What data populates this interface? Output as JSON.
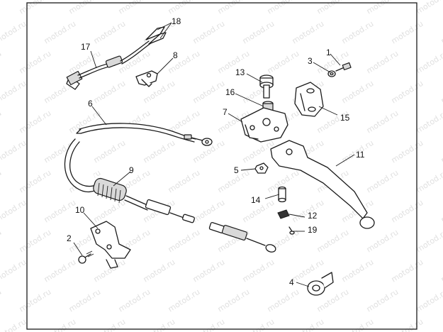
{
  "diagram": {
    "watermark_text": "motod.ru",
    "callouts": [
      {
        "id": "1",
        "label": "1"
      },
      {
        "id": "2",
        "label": "2"
      },
      {
        "id": "3",
        "label": "3"
      },
      {
        "id": "4",
        "label": "4"
      },
      {
        "id": "5",
        "label": "5"
      },
      {
        "id": "6",
        "label": "6"
      },
      {
        "id": "7",
        "label": "7"
      },
      {
        "id": "8",
        "label": "8"
      },
      {
        "id": "9",
        "label": "9"
      },
      {
        "id": "10",
        "label": "10"
      },
      {
        "id": "11",
        "label": "11"
      },
      {
        "id": "12",
        "label": "12"
      },
      {
        "id": "13",
        "label": "13"
      },
      {
        "id": "14",
        "label": "14"
      },
      {
        "id": "15",
        "label": "15"
      },
      {
        "id": "16",
        "label": "16"
      },
      {
        "id": "17",
        "label": "17"
      },
      {
        "id": "18",
        "label": "18"
      },
      {
        "id": "19",
        "label": "19"
      }
    ]
  }
}
